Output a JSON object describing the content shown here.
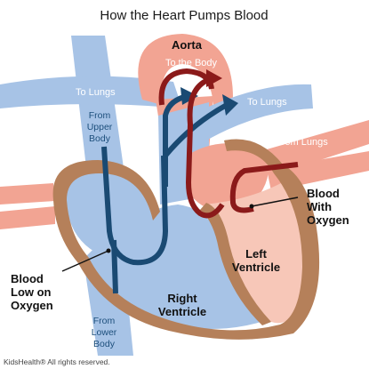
{
  "title": "How the Heart Pumps Blood",
  "labels": {
    "aorta": "Aorta",
    "to_the_body": "To the Body",
    "to_lungs_left": "To Lungs",
    "to_lungs_right": "To Lungs",
    "from_lungs": "From Lungs",
    "from_upper_body_1": "From",
    "from_upper_body_2": "Upper",
    "from_upper_body_3": "Body",
    "from_lower_body_1": "From",
    "from_lower_body_2": "Lower",
    "from_lower_body_3": "Body",
    "blood_with_oxygen_1": "Blood",
    "blood_with_oxygen_2": "With",
    "blood_with_oxygen_3": "Oxygen",
    "blood_low_oxygen_1": "Blood",
    "blood_low_oxygen_2": "Low on",
    "blood_low_oxygen_3": "Oxygen",
    "left_ventricle_1": "Left",
    "left_ventricle_2": "Ventricle",
    "right_ventricle_1": "Right",
    "right_ventricle_2": "Ventricle"
  },
  "credit": "KidsHealth® All rights reserved.",
  "colors": {
    "deoxy_light": "#a7c3e6",
    "deoxy_arrow": "#1a4a73",
    "oxy_light": "#f2a493",
    "oxy_arrow": "#8b1a1a",
    "muscle": "#b5805a"
  }
}
